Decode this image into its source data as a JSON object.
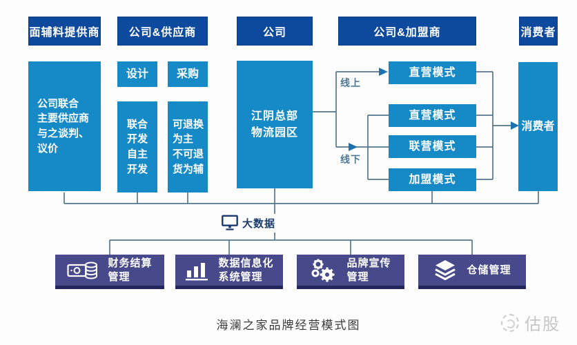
{
  "diagram": {
    "caption": "海澜之家品牌经营模式图",
    "watermark": "估股",
    "colors": {
      "header_blue": "#0d4a9e",
      "box_blue": "#1689c7",
      "management_purple": "#47498a",
      "management_shadow": "#23265c",
      "connector_line": "#53768d",
      "arrow_blue": "#1b72ae",
      "big_data_navy": "#1c3a6e"
    },
    "headers": [
      {
        "label": "面辅料提供商"
      },
      {
        "label": "公司&供应商"
      },
      {
        "label": "公司"
      },
      {
        "label": "公司&加盟商"
      },
      {
        "label": "消费者"
      }
    ],
    "boxes": {
      "negotiation": "公司联合\n主要供应商\n与之谈判、\n议价",
      "design": "设计",
      "procurement": "采购",
      "development": "联合\n开发\n自主\n开发",
      "returns": "可退换\n为主\n不可退\n货为辅",
      "logistics": "江阴总部\n物流园区",
      "consumer": "消费者"
    },
    "channels": {
      "online": "线上",
      "offline": "线下"
    },
    "modes": [
      {
        "label": "直营模式"
      },
      {
        "label": "直营模式"
      },
      {
        "label": "联营模式"
      },
      {
        "label": "加盟模式"
      }
    ],
    "big_data": {
      "label": "大数据",
      "icon": "monitor-icon"
    },
    "management": [
      {
        "icon": "money-icon",
        "label": "财务结算\n管理"
      },
      {
        "icon": "bar-chart-icon",
        "label": "数据信息化\n系统管理"
      },
      {
        "icon": "gears-icon",
        "label": "品牌宣传\n管理"
      },
      {
        "icon": "layers-icon",
        "label": "仓储管理"
      }
    ]
  }
}
